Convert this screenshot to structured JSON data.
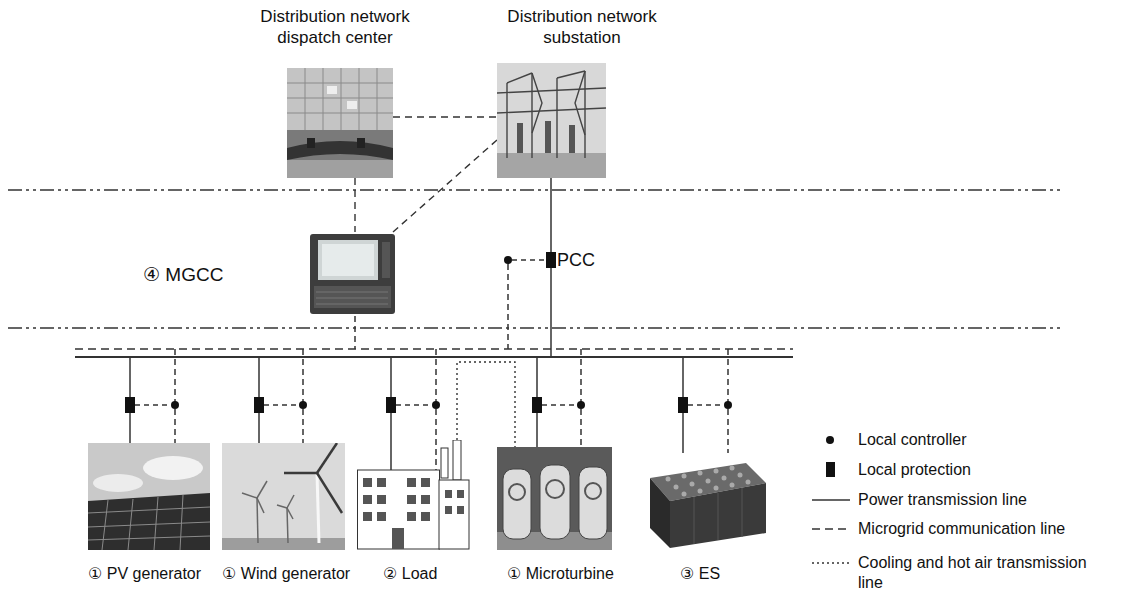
{
  "diagram": {
    "nodes": [
      {
        "text": [
          "Distribution network dispatch center"
        ]
      },
      {
        "text": [
          "Distribution network substation"
        ]
      },
      {
        "text": [
          "④ MGCC"
        ]
      },
      {
        "text": [
          "① PV generator"
        ]
      },
      {
        "text": [
          "① Wind generator"
        ]
      },
      {
        "text": [
          "② Load"
        ]
      },
      {
        "text": [
          "① Microturbine"
        ]
      },
      {
        "text": [
          "③ ES"
        ]
      }
    ],
    "edges": [
      {
        "from": 0,
        "to": 1,
        "arrow": "none"
      },
      {
        "from": 0,
        "to": 2,
        "arrow": "none"
      },
      {
        "from": 1,
        "to": 2,
        "arrow": "none"
      },
      {
        "from": 5,
        "to": 6,
        "arrow": "none"
      }
    ],
    "labels": [
      "PCC"
    ],
    "legend": [
      {
        "text": "Local controller"
      },
      {
        "text": "Local protection"
      },
      {
        "text": "Power transmission line"
      },
      {
        "text": "Microgrid communication line"
      },
      {
        "text": "Cooling and hot air transmission line"
      }
    ]
  }
}
